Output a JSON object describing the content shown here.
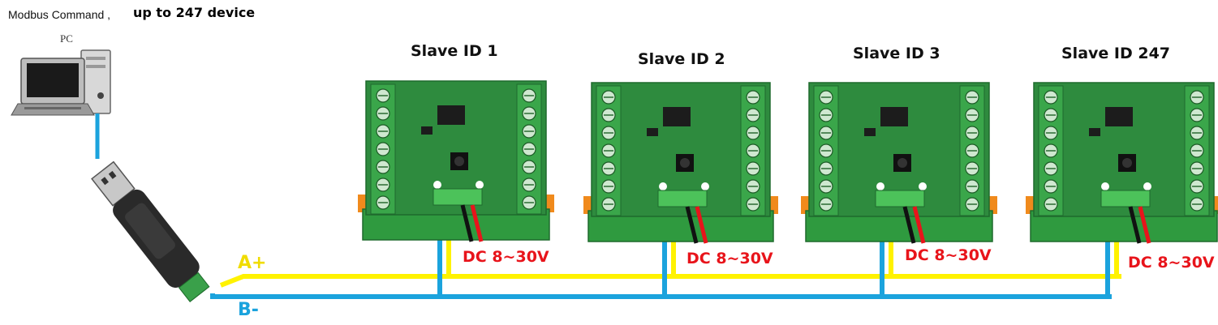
{
  "header": {
    "title_left": "Modbus Command ,",
    "title_right": "up to 247 device"
  },
  "pc": {
    "label": "PC"
  },
  "bus": {
    "a_label": "A+",
    "b_label": "B-",
    "a_color": "#fff200",
    "b_color": "#1ba3dd"
  },
  "slaves": [
    {
      "title": "Slave ID 1",
      "power": "DC 8~30V"
    },
    {
      "title": "Slave ID 2",
      "power": "DC 8~30V"
    },
    {
      "title": "Slave ID 3",
      "power": "DC 8~30V"
    },
    {
      "title": "Slave ID 247",
      "power": "DC 8~30V"
    }
  ],
  "colors": {
    "board_green": "#2e8b3e",
    "board_dark": "#1f6a2d",
    "power_red": "#e8141b",
    "power_black": "#111111"
  }
}
